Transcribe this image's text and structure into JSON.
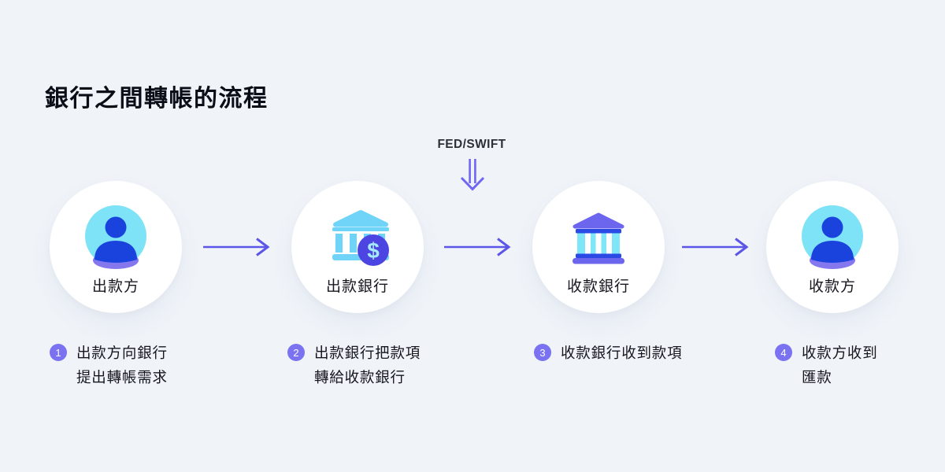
{
  "title": "銀行之間轉帳的流程",
  "network": {
    "label": "FED/SWIFT"
  },
  "nodes": [
    {
      "label": "出款方",
      "icon": "person-icon"
    },
    {
      "label": "出款銀行",
      "icon": "bank-dollar-icon"
    },
    {
      "label": "收款銀行",
      "icon": "bank-icon"
    },
    {
      "label": "收款方",
      "icon": "person-icon"
    }
  ],
  "steps": [
    {
      "num": "1",
      "line1": "出款方向銀行",
      "line2": "提出轉帳需求"
    },
    {
      "num": "2",
      "line1": "出款銀行把款項",
      "line2": "轉給收款銀行"
    },
    {
      "num": "3",
      "line1": "收款銀行收到款項",
      "line2": ""
    },
    {
      "num": "4",
      "line1": "收款方收到",
      "line2": "匯款"
    }
  ],
  "colors": {
    "background": "#F0F4F9",
    "arrow_purple": "#5B55E8",
    "down_arrow_purple": "#6F66F2",
    "badge_purple": "#7A72F0",
    "avatar_cyan": "#7EE3F7",
    "avatar_blue": "#1A43DE",
    "avatar_purple": "#8577EE",
    "bank_skyblue": "#6FD4F7",
    "bank_roof_purple": "#6C66EF",
    "bank_beam_blue": "#2B49E5",
    "bank_column_cyan": "#7FE5F9",
    "dollar_badge_indigo": "#4C45E2",
    "dollar_sign_cyan": "#A5EAFB",
    "text_dark": "#15161E"
  }
}
